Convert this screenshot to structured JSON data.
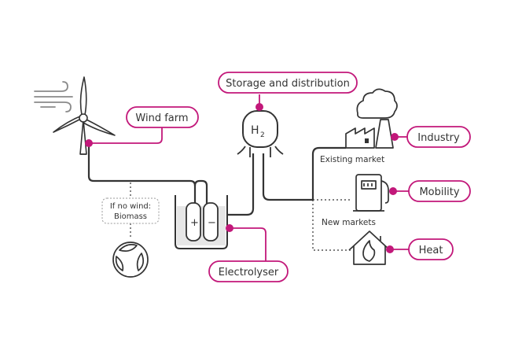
{
  "colors": {
    "accent": "#c2187a",
    "line": "#333333",
    "icon": "#333333",
    "note_border": "#9a9a9a",
    "electrolyte": "#e6e6e6",
    "background": "#ffffff"
  },
  "labels": {
    "wind_farm": "Wind farm",
    "storage": "Storage and distribution",
    "industry": "Industry",
    "mobility": "Mobility",
    "heat": "Heat",
    "electrolyser": "Electrolyser"
  },
  "notes": {
    "biomass_line1": "If no wind:",
    "biomass_line2": "Biomass",
    "existing_market": "Existing market",
    "new_markets": "New markets"
  },
  "tank": {
    "symbol": "H",
    "subscript": "2"
  },
  "electrodes": {
    "positive": "+",
    "negative": "−"
  },
  "icons": [
    "wind-gust-icon",
    "wind-turbine-icon",
    "factory-icon",
    "fuel-pump-icon",
    "house-flame-icon",
    "recycle-leaves-icon",
    "hydrogen-tank-icon",
    "electrolyser-tank-icon"
  ]
}
